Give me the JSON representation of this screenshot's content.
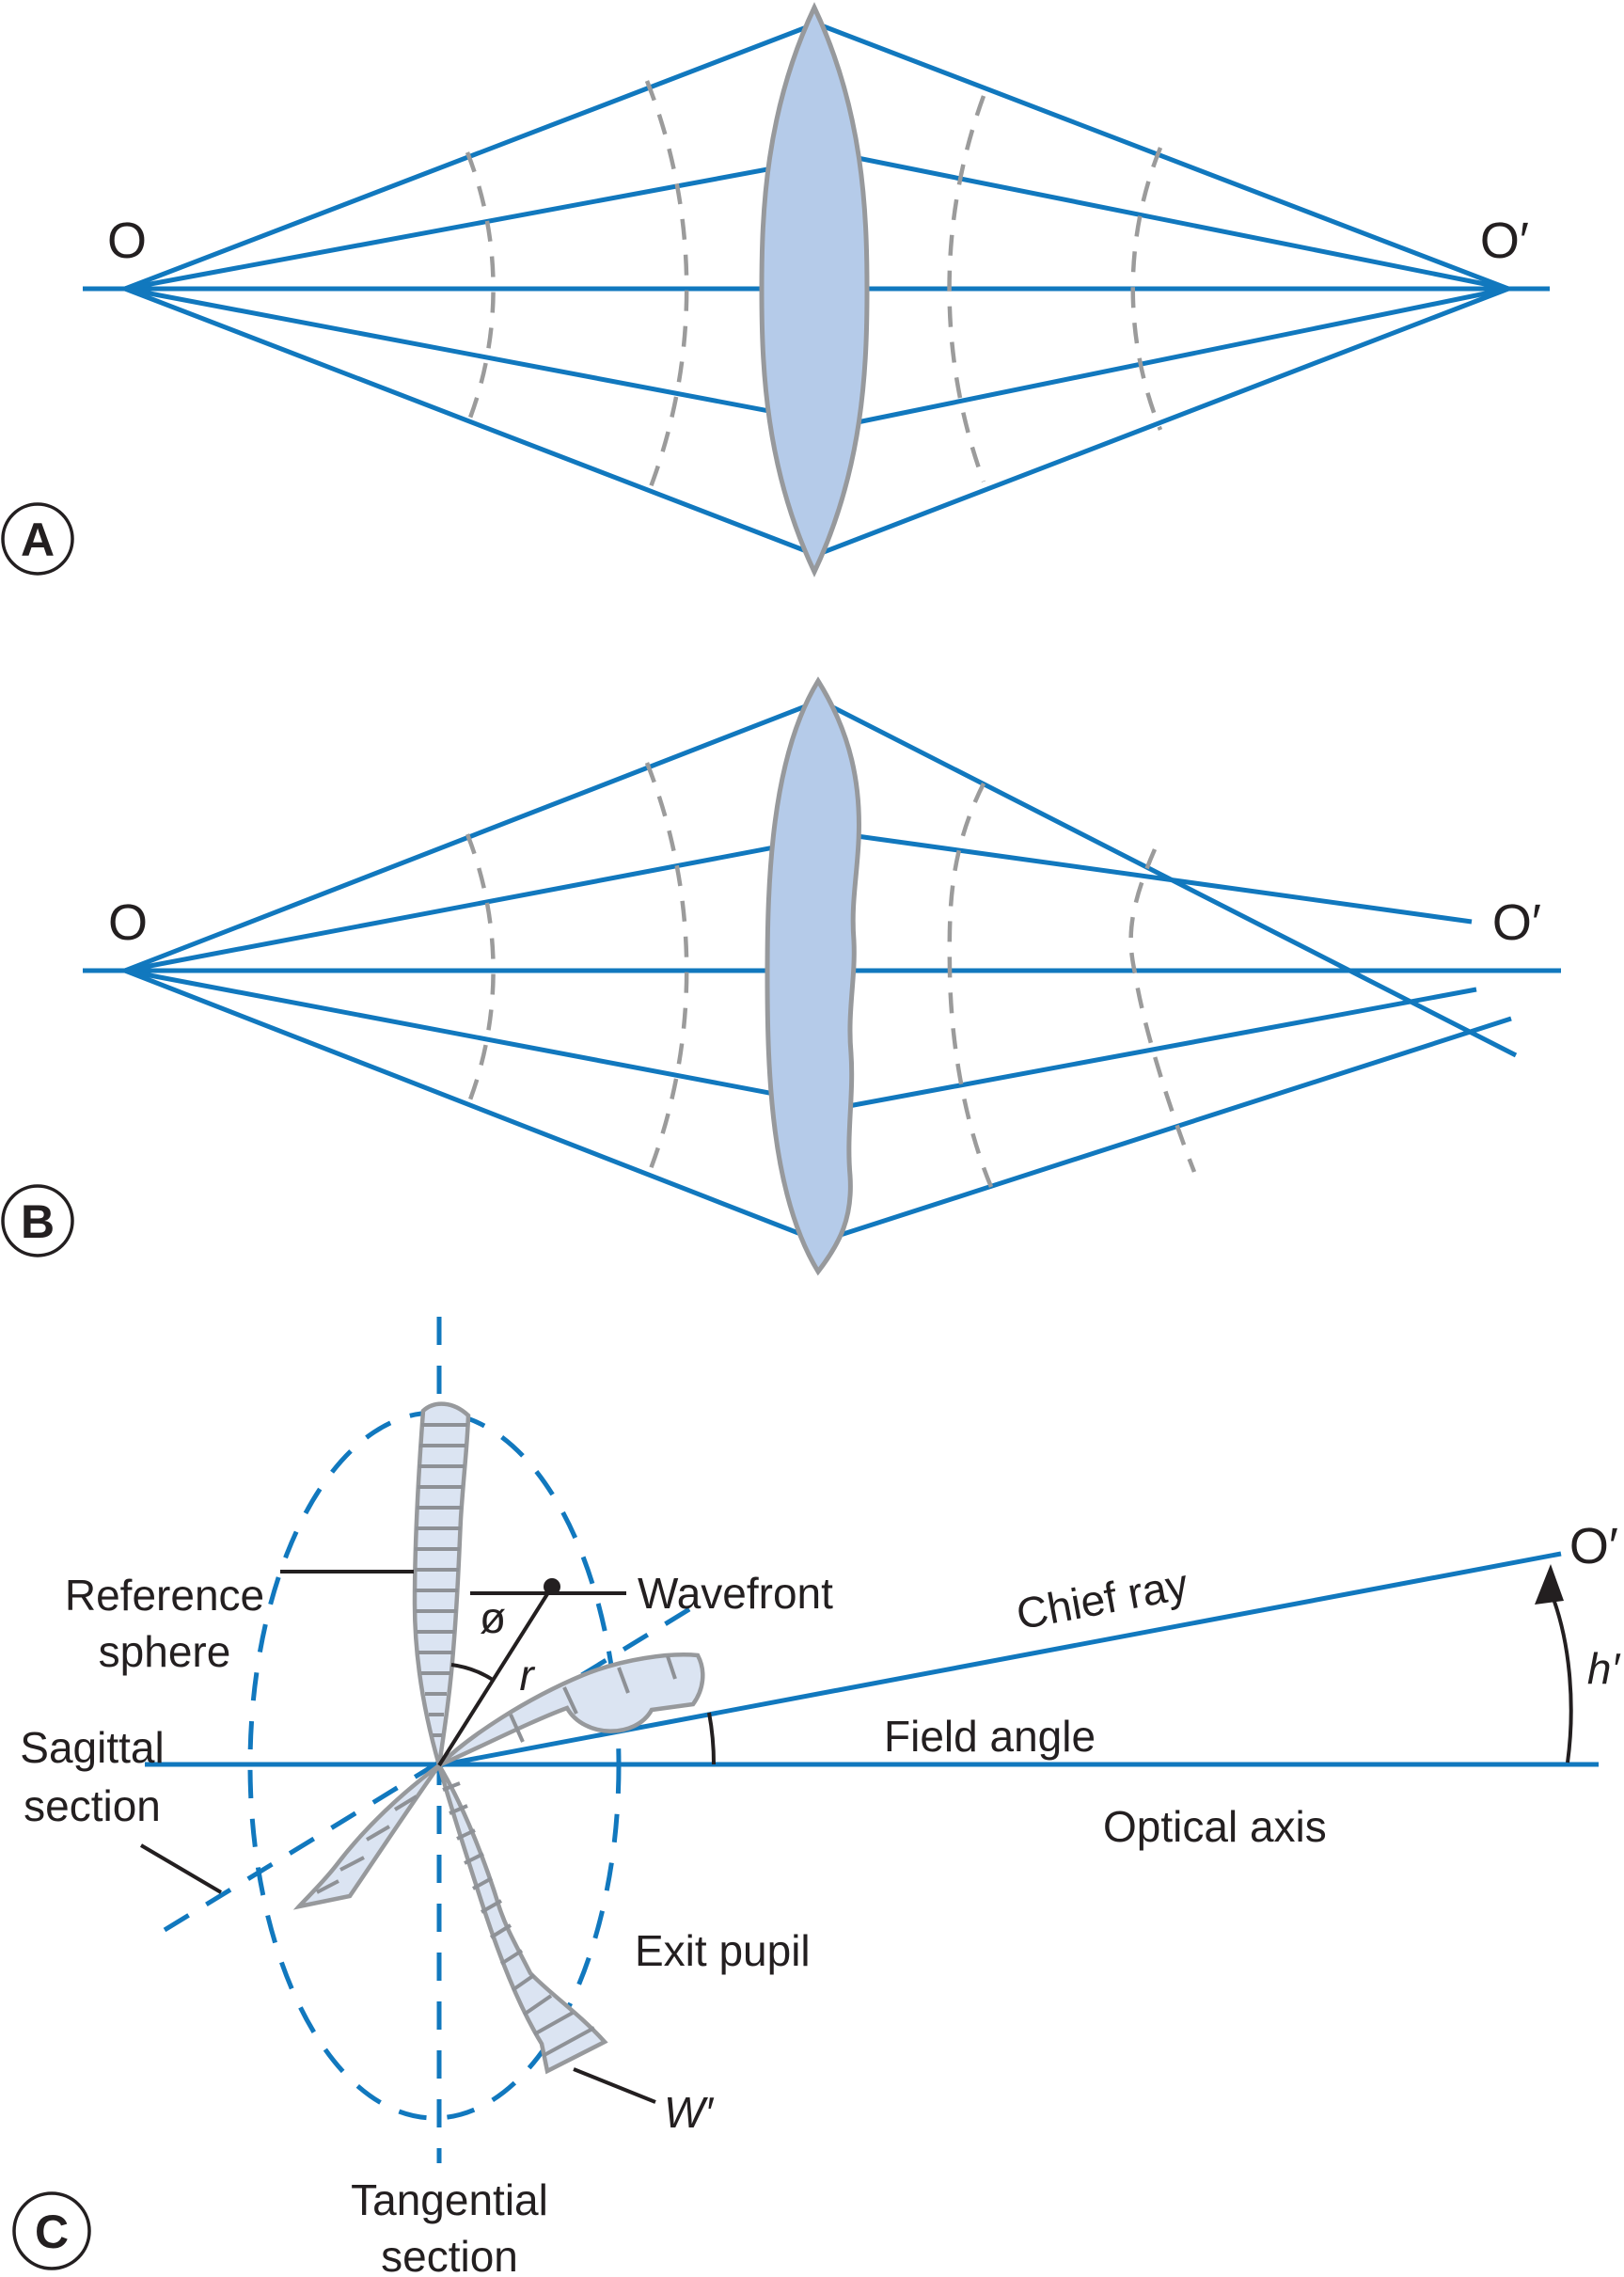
{
  "figure": {
    "type": "optics-aberration-diagram",
    "panels": [
      "A",
      "B",
      "C"
    ]
  },
  "colors": {
    "ray_blue": "#1178be",
    "lens_fill": "#b5cbe9",
    "wavefront_fill": "#dbe4f2",
    "outline_gray": "#97999c",
    "hatch_gray": "#8e9196",
    "dashed_wavefront_gray": "#9b9b9b",
    "text": "#231f20"
  },
  "panel_a": {
    "badge": "A",
    "object_label": "O",
    "image_label": "O′"
  },
  "panel_b": {
    "badge": "B",
    "object_label": "O",
    "image_label": "O′"
  },
  "panel_c": {
    "badge": "C",
    "reference_sphere": [
      "Reference",
      "sphere"
    ],
    "wavefront": "Wavefront",
    "sagittal_section": [
      "Sagittal",
      "section"
    ],
    "tangential_section": [
      "Tangential",
      "section"
    ],
    "exit_pupil": "Exit pupil",
    "chief_ray": "Chief ray",
    "field_angle": "Field angle",
    "optical_axis": "Optical axis",
    "image_point": "O′",
    "image_height": "h′",
    "wavefront_error": "W′",
    "pupil_angle": "ø",
    "pupil_radius": "r"
  }
}
